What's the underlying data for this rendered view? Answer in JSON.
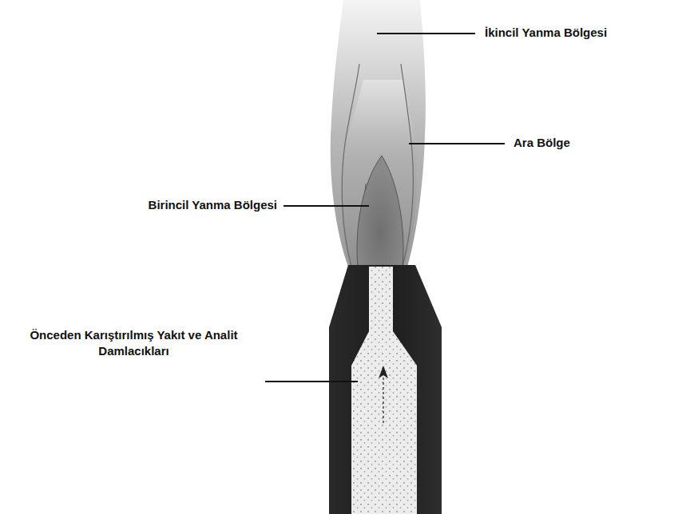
{
  "diagram": {
    "labels": [
      "İkincil Yanma Bölgesi",
      "Ara Bölge",
      "Birincil Yanma Bölgesi",
      "Önceden Karıştırılmış Yakıt ve Analit Damlacıkları"
    ]
  }
}
